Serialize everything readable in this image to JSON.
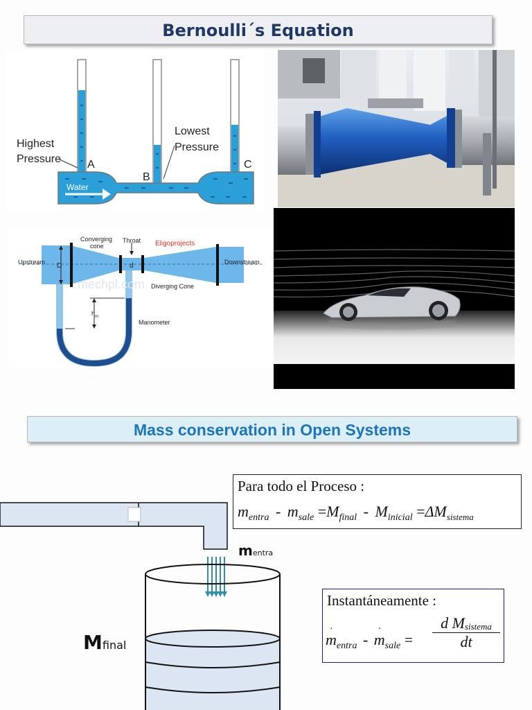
{
  "header": {
    "title": "Bernoulli´s Equation"
  },
  "section2": {
    "title": "Mass conservation in Open Systems"
  },
  "diagram_tubes": {
    "label_highest_1": "Highest",
    "label_highest_2": "Pressure",
    "label_lowest_1": "Lowest",
    "label_lowest_2": "Pressure",
    "label_a": "A",
    "label_b": "B",
    "label_c": "C",
    "label_water": "Water"
  },
  "diagram_venturi": {
    "converging_1": "Converging",
    "converging_2": "cone",
    "throat": "Throat",
    "brand": "Eligoprojects",
    "upstream": "Upstream",
    "downstream": "Downstream",
    "label_D": "D",
    "label_d": "d",
    "diverging": "Diverging Cone",
    "hm": "h",
    "hm_sub": "m",
    "manometer": "Manometer"
  },
  "equations": {
    "eq1_title": "Para todo el Proceso :",
    "eq2_title": "Instantáneamente :",
    "m": "m",
    "M": "M",
    "minus": "-",
    "equals": "=",
    "delta_M": "ΔM",
    "dM": "d M",
    "dt": "dt",
    "sub_entra": "entra",
    "sub_sale": "sale",
    "sub_final": "final",
    "sub_inicial": "inicial",
    "sub_sistema": "sistema"
  },
  "tank_labels": {
    "m_entra_main": "m",
    "m_entra_sub": "entra",
    "m_final_main": "M",
    "m_final_sub": "final"
  },
  "colors": {
    "header_text": "#1f3864",
    "section2_text": "#1c75bc",
    "water": "#2a9fd8",
    "venturi_blue": "#6db7ea",
    "manometer": "#1f4e8c",
    "pipe_fill": "#dce6f2",
    "arrow": "#2f8db0"
  }
}
